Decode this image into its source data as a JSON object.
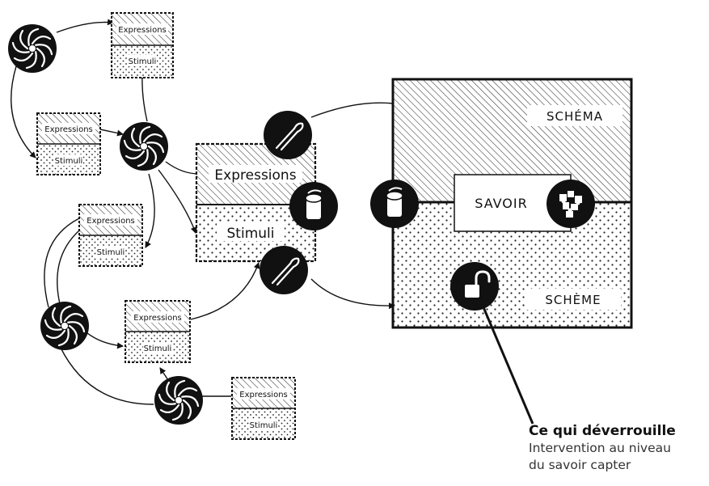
{
  "small_boxes": [
    {
      "expressions": "Expressions",
      "stimuli": "Stimuli"
    },
    {
      "expressions": "Expressions",
      "stimuli": "Stimuli"
    },
    {
      "expressions": "Expressions",
      "stimuli": "Stimuli"
    },
    {
      "expressions": "Expressions",
      "stimuli": "Stimuli"
    },
    {
      "expressions": "Expressions",
      "stimuli": "Stimuli"
    }
  ],
  "central_box": {
    "expressions": "Expressions",
    "stimuli": "Stimuli"
  },
  "knowledge_box": {
    "schema": "SCHÉMA",
    "scheme": "SCHÈME",
    "savoir": "SAVOIR"
  },
  "caption": {
    "title": "Ce qui déverrouille",
    "line1": "Intervention au niveau",
    "line2": "du savoir capter"
  },
  "colors": {
    "ink": "#111111",
    "background": "#ffffff"
  }
}
